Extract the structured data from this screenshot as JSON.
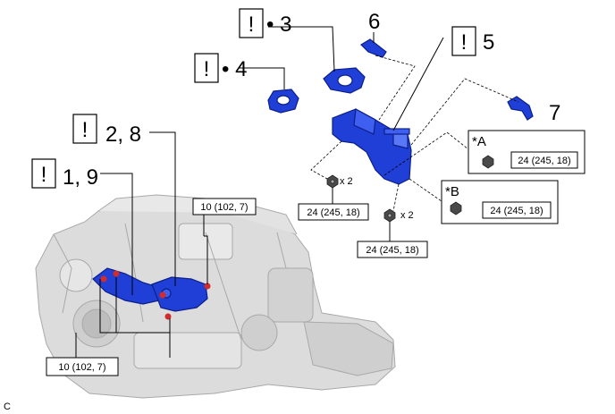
{
  "callouts": {
    "part_3": {
      "mark": "!",
      "label": "• 3"
    },
    "part_4": {
      "mark": "!",
      "label": "• 4"
    },
    "part_5": {
      "mark": "!",
      "label": "5"
    },
    "part_6": {
      "label": "6"
    },
    "part_7": {
      "label": "7"
    },
    "part_2_8": {
      "mark": "!",
      "label": "2, 8"
    },
    "part_1_9": {
      "mark": "!",
      "label": "1, 9"
    }
  },
  "torque_specs": {
    "a": "24 (245, 18)",
    "b": "24 (245, 18)",
    "center_left": "24 (245, 18)",
    "center_bottom": "24 (245, 18)",
    "engine_top": "10 (102, 7)",
    "engine_bottom": "10 (102, 7)"
  },
  "labels": {
    "star_a": "*A",
    "star_b": "*B",
    "qty_left": "x 2",
    "qty_bottom": "x 2",
    "corner": "C"
  },
  "colors": {
    "part_blue": "#1f3fd6",
    "part_blue_dark": "#0c1f8a",
    "engine_gray": "#d9d9d9",
    "engine_line": "#a8a8a8",
    "line": "#000000"
  }
}
